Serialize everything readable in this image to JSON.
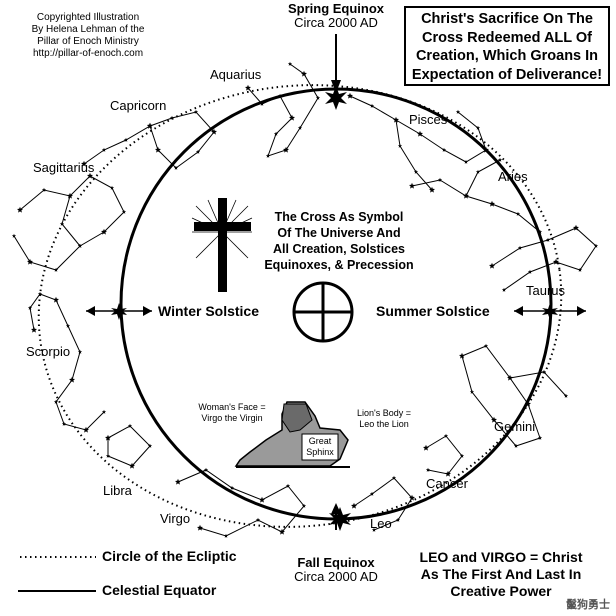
{
  "copyright": {
    "line1": "Copyrighted Illustration",
    "line2": "By Helena Lehman of the",
    "line3": "Pillar of Enoch Ministry",
    "line4": "http://pillar-of-enoch.com"
  },
  "title_box": {
    "line1": "Christ's Sacrifice On The",
    "line2": "Cross Redeemed ALL Of",
    "line3": "Creation, Which Groans In",
    "line4": "Expectation of Deliverance!"
  },
  "spring_equinox": {
    "name": "Spring Equinox",
    "date": "Circa 2000 AD"
  },
  "fall_equinox": {
    "name": "Fall Equinox",
    "date": "Circa 2000 AD"
  },
  "center_text": {
    "line1": "The Cross As Symbol",
    "line2": "Of The Universe And",
    "line3": "All Creation, Solstices",
    "line4": "Equinoxes, & Precession"
  },
  "winter_solstice": "Winter Solstice",
  "summer_solstice": "Summer Solstice",
  "zodiac": {
    "aquarius": "Aquarius",
    "capricorn": "Capricorn",
    "sagittarius": "Sagittarius",
    "scorpio": "Scorpio",
    "libra": "Libra",
    "virgo": "Virgo",
    "leo": "Leo",
    "cancer": "Cancer",
    "gemini": "Gemini",
    "taurus": "Taurus",
    "aries": "Aries",
    "pisces": "Pisces"
  },
  "sphinx": {
    "womans_face_line1": "Woman's Face =",
    "womans_face_line2": "Virgo the Virgin",
    "lions_body_line1": "Lion's Body =",
    "lions_body_line2": "Leo the Lion",
    "label_line1": "Great",
    "label_line2": "Sphinx"
  },
  "legend": {
    "ecliptic": "Circle of the Ecliptic",
    "equator": "Celestial Equator"
  },
  "leo_virgo_note": {
    "line1": "LEO and VIRGO = Christ",
    "line2": "As The First And Last In",
    "line3": "Creative Power"
  },
  "watermark": "鬣狗勇士",
  "colors": {
    "ink": "#000000",
    "paper": "#ffffff"
  }
}
